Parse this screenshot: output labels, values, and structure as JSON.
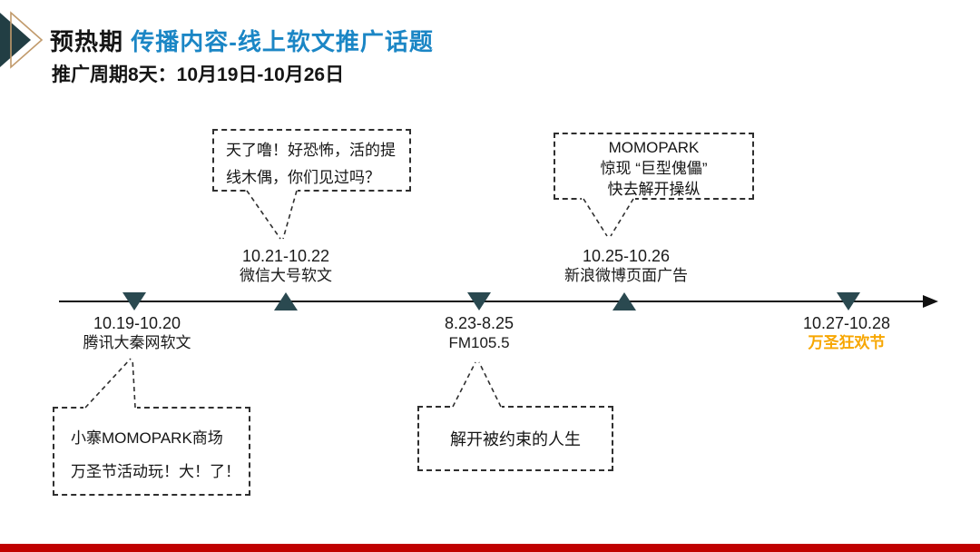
{
  "header": {
    "title_phase": "预热期",
    "title_main": "传播内容-线上软文推广话题",
    "subtitle": "推广周期8天：10月19日-10月26日"
  },
  "timeline": {
    "events": [
      {
        "date": "10.19-10.20",
        "label": "腾讯大秦网软文"
      },
      {
        "date": "10.21-10.22",
        "label": "微信大号软文"
      },
      {
        "date": "8.23-8.25",
        "label": "FM105.5"
      },
      {
        "date": "10.25-10.26",
        "label": "新浪微博页面广告"
      },
      {
        "date": "10.27-10.28",
        "label": "万圣狂欢节"
      }
    ]
  },
  "callouts": {
    "wechat_topic": {
      "line1": "天了噜！好恐怖，活的提",
      "line2": "线木偶，你们见过吗？"
    },
    "weibo_topic": {
      "line1": "MOMOPARK",
      "line2": "惊现 “巨型傀儡”",
      "line3": "快去解开操纵"
    },
    "tencent_topic": {
      "line1": "小寨MOMOPARK商场",
      "line2": "万圣节活动玩！大！了！"
    },
    "fm_topic": {
      "line1": "解开被约束的人生"
    }
  },
  "colors": {
    "accent_blue": "#1B86C5",
    "marker_teal": "#2A4950",
    "highlight_gold": "#F7A600",
    "footer_red": "#C00000",
    "deco_outline_gold": "#C19A6B"
  }
}
